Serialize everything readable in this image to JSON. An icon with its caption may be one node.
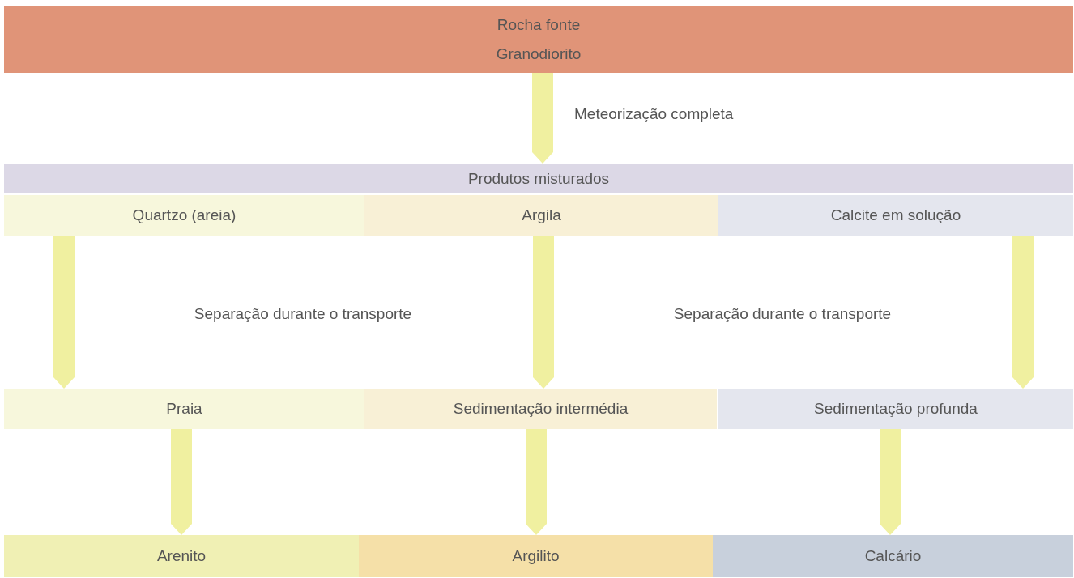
{
  "diagram": {
    "nodes": [
      {
        "text": [
          "Rocha fonte",
          "Granodiorito"
        ]
      },
      {
        "text": [
          "Produtos misturados"
        ]
      },
      {
        "text": [
          "Quartzo (areia)"
        ]
      },
      {
        "text": [
          "Argila"
        ]
      },
      {
        "text": [
          "Calcite em solução"
        ]
      },
      {
        "text": [
          "Praia"
        ]
      },
      {
        "text": [
          "Sedimentação intermédia"
        ]
      },
      {
        "text": [
          "Sedimentação profunda"
        ]
      },
      {
        "text": [
          "Arenito"
        ]
      },
      {
        "text": [
          "Argilito"
        ]
      },
      {
        "text": [
          "Calcário"
        ]
      }
    ],
    "edges": [
      {
        "from": 0,
        "to": 1,
        "arrow": "to",
        "label": "Meteorização completa"
      },
      {
        "from": 2,
        "to": 5,
        "arrow": "to"
      },
      {
        "from": 3,
        "to": 6,
        "arrow": "to"
      },
      {
        "from": 4,
        "to": 7,
        "arrow": "to"
      },
      {
        "from": 5,
        "to": 8,
        "arrow": "to"
      },
      {
        "from": 6,
        "to": 9,
        "arrow": "to"
      },
      {
        "from": 7,
        "to": 10,
        "arrow": "to"
      }
    ],
    "labels": [
      "Separação durante o transporte",
      "Separação durante o transporte"
    ]
  }
}
